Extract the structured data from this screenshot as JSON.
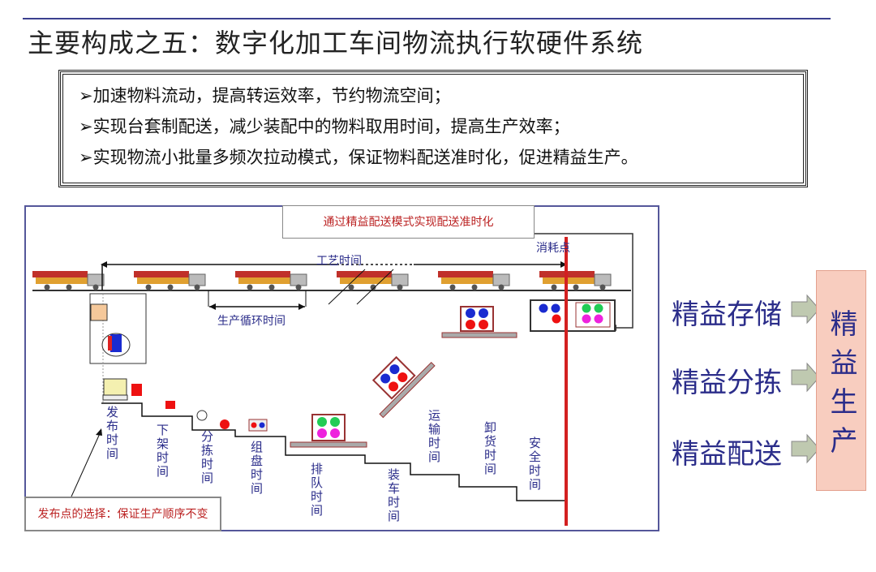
{
  "title": "主要构成之五：数字化加工车间物流执行软硬件系统",
  "bullets": [
    "➢加速物料流动，提高转运效率，节约物流空间；",
    "➢实现台套制配送，减少装配中的物料取用时间，提高生产效率；",
    "➢实现物流小批量多频次拉动模式，保证物料配送准时化，促进精益生产。"
  ],
  "diagram": {
    "top_note": "通过精益配送模式实现配送准时化",
    "consume_point": "消耗点",
    "process_time": "工艺时间",
    "cycle_time": "生产循环时间",
    "steps": [
      "发布时间",
      "下架时间",
      "分拣时间",
      "组盘时间",
      "排队时间",
      "装车时间",
      "运输时间",
      "卸货时间",
      "安全时间"
    ],
    "bottom_note": "发布点的选择：保证生产顺序不变"
  },
  "right": {
    "items": [
      "精益存储",
      "精益分拣",
      "精益配送"
    ],
    "result": "精益生产"
  },
  "colors": {
    "accent": "#2b2d8a",
    "red": "#d32020"
  }
}
